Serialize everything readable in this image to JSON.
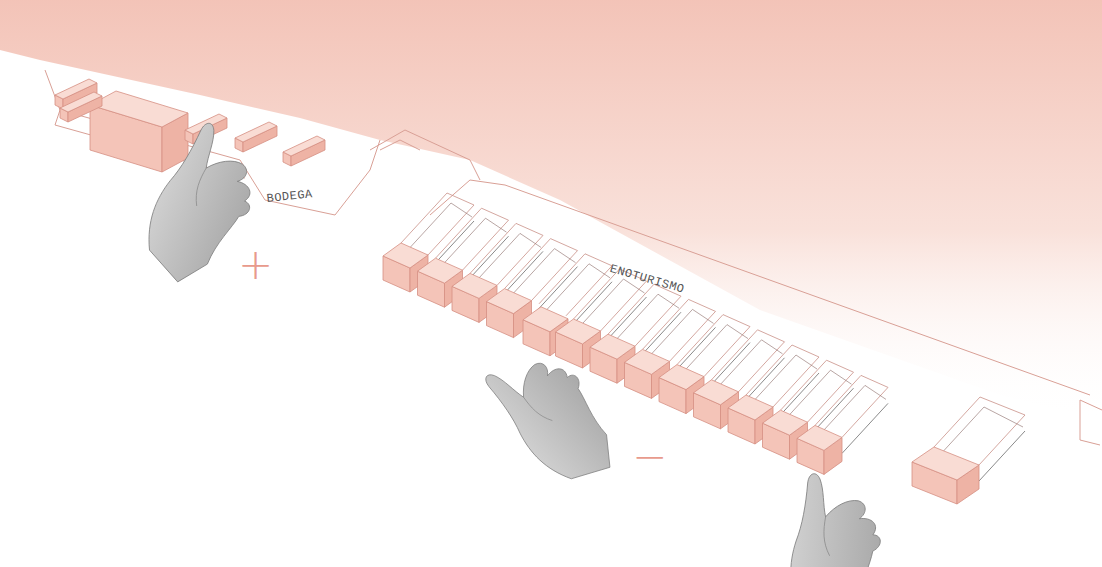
{
  "diagram": {
    "labels": [
      "BODEGA",
      "ENOTURISMO",
      "+",
      "−"
    ]
  }
}
